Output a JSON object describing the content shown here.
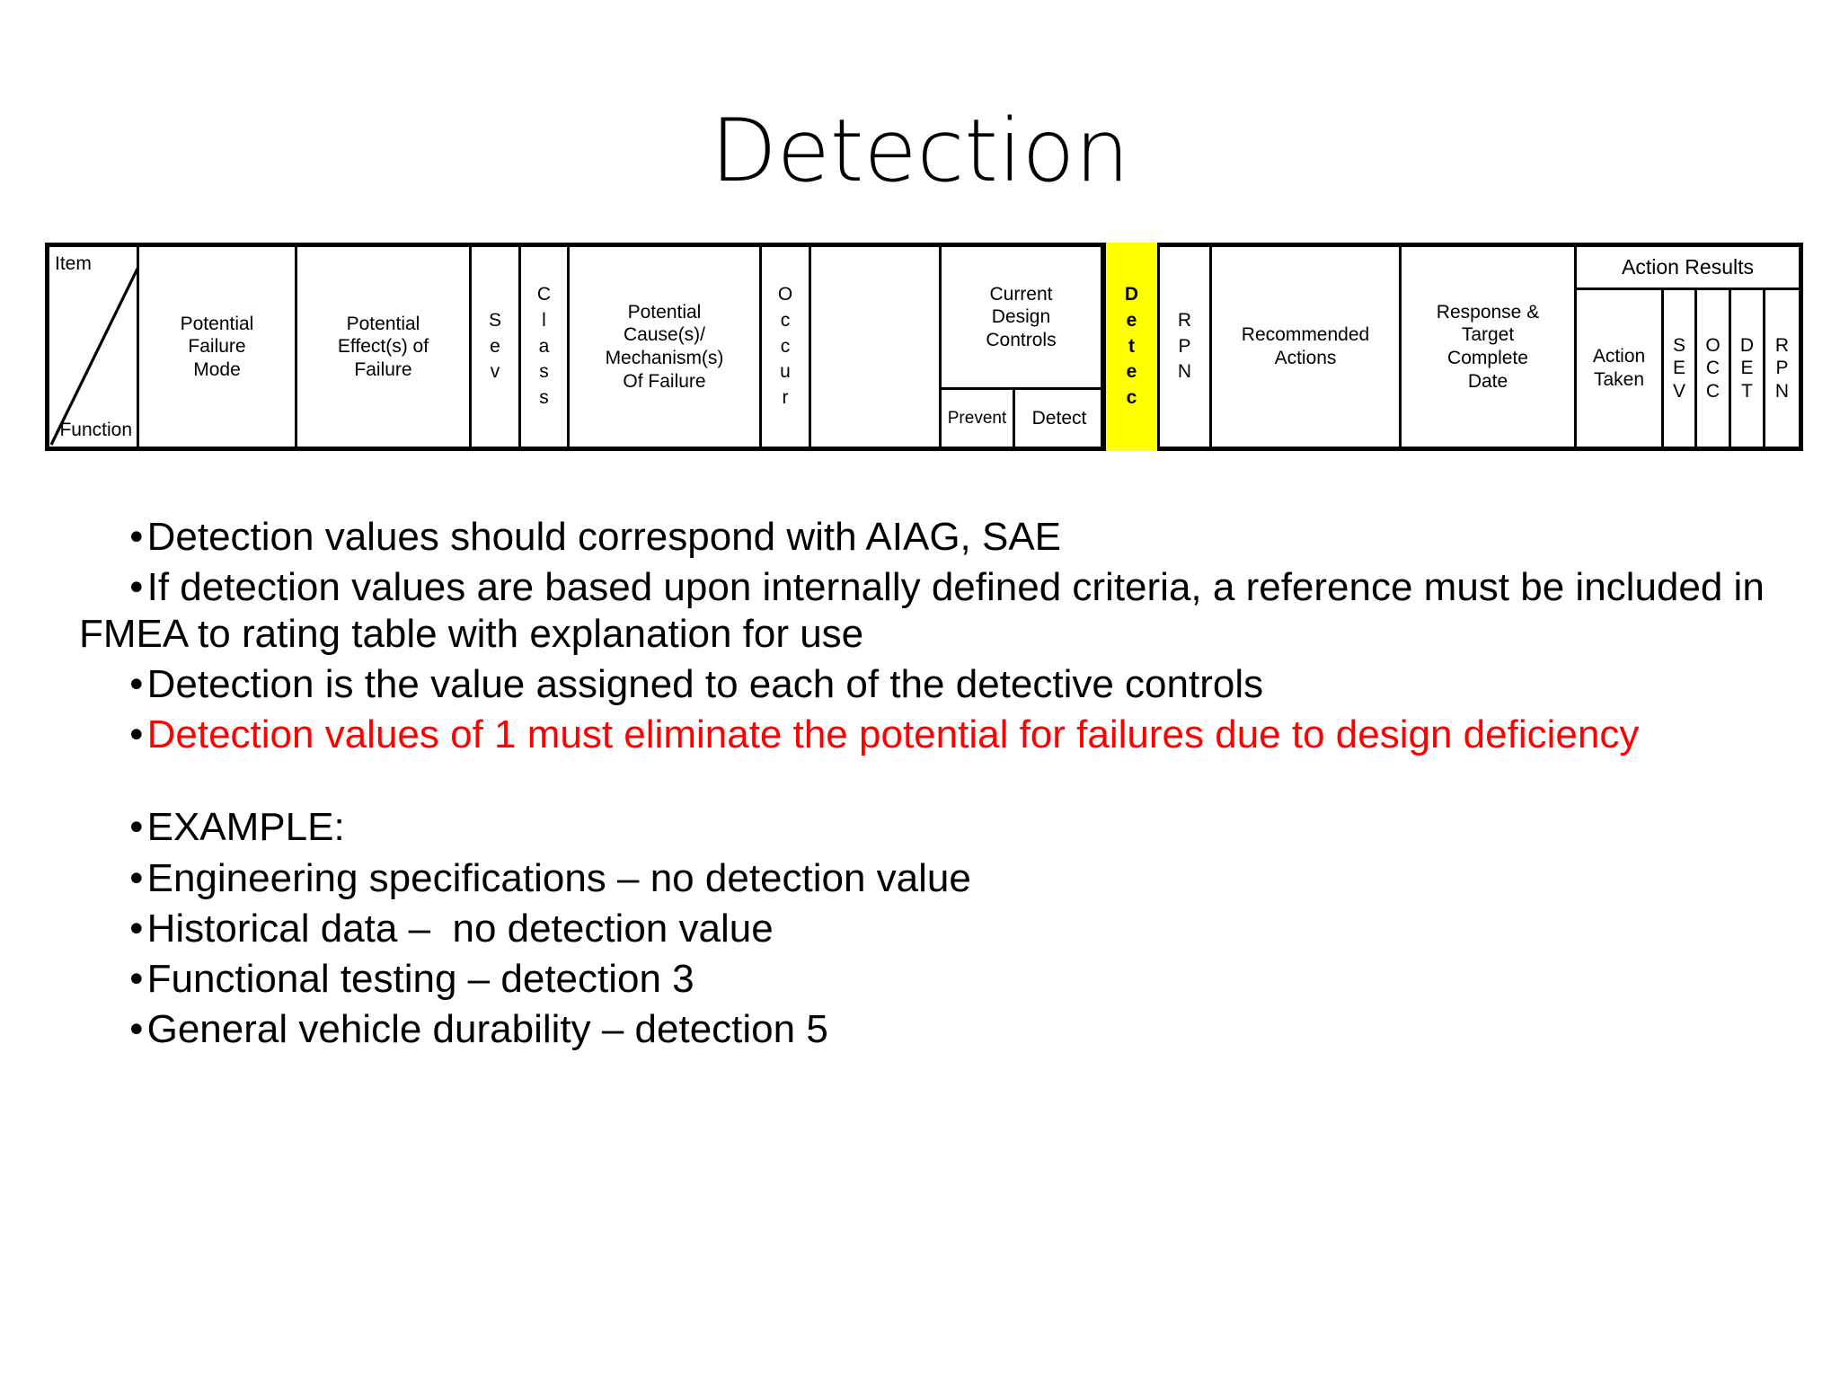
{
  "slide": {
    "title": "Detection"
  },
  "fmea_table": {
    "columns": {
      "item": "Item",
      "function": "Function",
      "potential_failure_mode": "Potential\nFailure\nMode",
      "potential_effects_of_failure": "Potential\nEffect(s) of\nFailure",
      "sev": "S\ne\nv",
      "class": "C\nl\na\ns\ns",
      "potential_causes": "Potential\nCause(s)/\nMechanism(s)\nOf Failure",
      "occur": "O\nc\nc\nu\nr",
      "current_design_controls": "Current\nDesign\nControls",
      "prevent": "Prevent",
      "detect": "Detect",
      "detec_highlighted": "D\ne\nt\ne\nc",
      "rpn": "R\nP\nN",
      "recommended_actions": "Recommended\nActions",
      "response_target_date": "Response &\nTarget\nComplete\nDate",
      "action_results": "Action Results",
      "action_taken": "Action\nTaken",
      "ar_sev": "S\nE\nV",
      "ar_occ": "O\nC\nC",
      "ar_det": "D\nE\nT",
      "ar_rpn": "R\nP\nN"
    },
    "highlight_color": "#FFFF00",
    "border_color": "#000000"
  },
  "body": {
    "bullet_glyph": "•",
    "items": [
      {
        "text": "Detection values should correspond with AIAG, SAE",
        "color": "#000000"
      },
      {
        "text": "If detection values are based upon internally defined criteria, a reference must be included in FMEA to rating table with explanation for use",
        "color": "#000000"
      },
      {
        "text": "Detection is the value assigned to each of the detective controls",
        "color": "#000000"
      },
      {
        "text": "Detection values of 1 must eliminate the potential for failures due to design deficiency",
        "color": "#FF0000"
      },
      {
        "text": "EXAMPLE:",
        "color": "#000000"
      },
      {
        "text": "Engineering specifications – no detection value",
        "color": "#000000"
      },
      {
        "text": "Historical data –  no detection value",
        "color": "#000000"
      },
      {
        "text": "Functional testing – detection 3",
        "color": "#000000"
      },
      {
        "text": "General vehicle durability – detection 5",
        "color": "#000000"
      }
    ]
  }
}
